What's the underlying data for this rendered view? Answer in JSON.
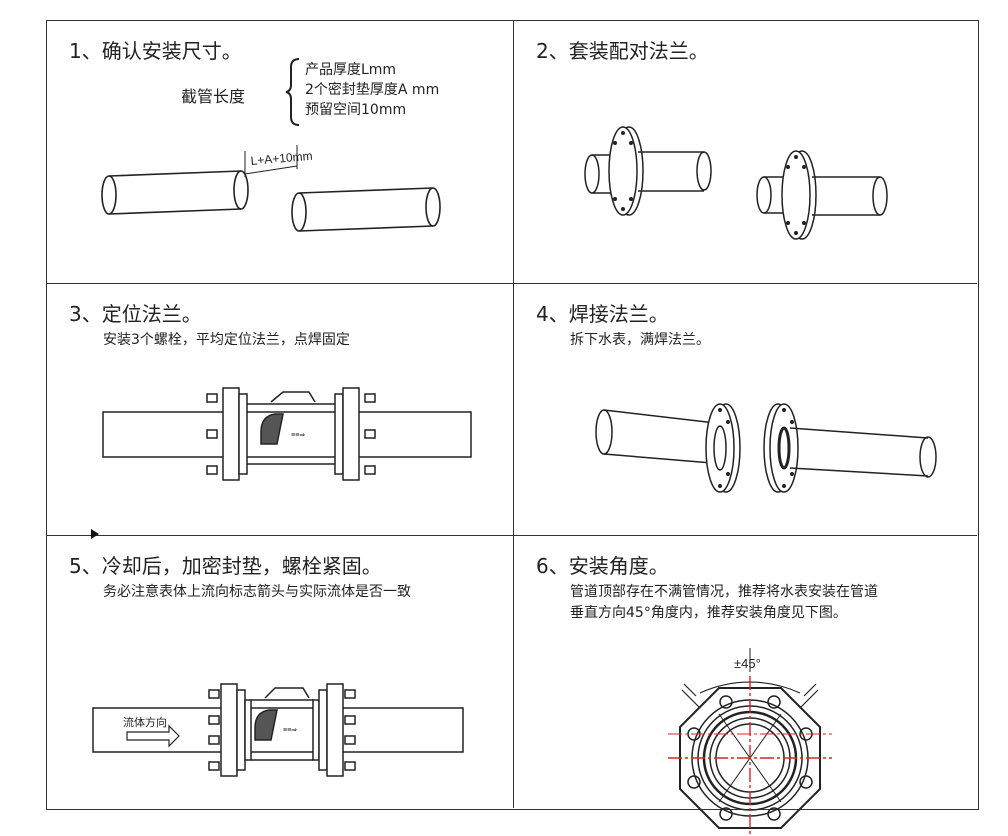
{
  "steps": [
    {
      "title": "1、确认安装尺寸。",
      "label": "截管长度",
      "specs": [
        "产品厚度Lmm",
        "2个密封垫厚度A mm",
        "预留空间10mm"
      ],
      "dimension": "L+A+10mm"
    },
    {
      "title": "2、套装配对法兰。"
    },
    {
      "title": "3、定位法兰。",
      "desc": "安装3个螺栓，平均定位法兰，点焊固定"
    },
    {
      "title": "4、焊接法兰。",
      "desc": "拆下水表，满焊法兰。"
    },
    {
      "title": "5、冷却后，加密封垫，螺栓紧固。",
      "desc": "务必注意表体上流向标志箭头与实际流体是否一致",
      "flow_label": "流体方向"
    },
    {
      "title": "6、安装角度。",
      "desc_lines": [
        "管道顶部存在不满管情况，推荐将水表安装在管道",
        "垂直方向45°角度内，推荐安装角度见下图。"
      ],
      "angle_label": "±45°"
    }
  ],
  "colors": {
    "line": "#222222",
    "center_line": "#e02020",
    "border": "#333333"
  }
}
